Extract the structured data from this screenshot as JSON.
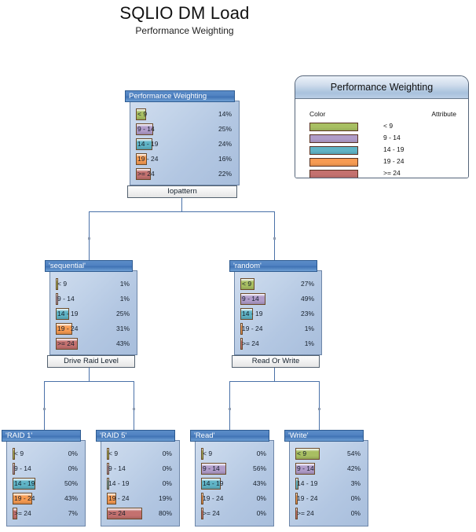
{
  "header": {
    "title": "SQLIO DM Load",
    "subtitle": "Performance Weighting"
  },
  "legend": {
    "title": "Performance Weighting",
    "color_header": "Color",
    "attribute_header": "Attribute",
    "entries": [
      {
        "label": "< 9",
        "color": "#a8bf62"
      },
      {
        "label": "9 - 14",
        "color": "#b09cc9"
      },
      {
        "label": "14 - 19",
        "color": "#5fb4c6"
      },
      {
        "label": "19 - 24",
        "color": "#f79b52"
      },
      {
        "label": ">= 24",
        "color": "#c4716f"
      }
    ]
  },
  "chart_data": {
    "type": "table",
    "title": "SQLIO DM Load",
    "subtitle": "Performance Weighting",
    "categories": [
      "< 9",
      "9 - 14",
      "14 - 19",
      "19 - 24",
      ">= 24"
    ],
    "colors": [
      "#a8bf62",
      "#b09cc9",
      "#5fb4c6",
      "#f79b52",
      "#c4716f"
    ],
    "series": [
      {
        "name": "Performance Weighting",
        "values": [
          14,
          25,
          24,
          16,
          22
        ]
      },
      {
        "name": "'sequential'",
        "values": [
          1,
          1,
          25,
          31,
          43
        ]
      },
      {
        "name": "'random'",
        "values": [
          27,
          49,
          23,
          1,
          1
        ]
      },
      {
        "name": "'RAID 1'",
        "values": [
          0,
          0,
          50,
          43,
          7
        ]
      },
      {
        "name": "'RAID 5'",
        "values": [
          0,
          0,
          0,
          19,
          80
        ]
      },
      {
        "name": "'Read'",
        "values": [
          0,
          56,
          43,
          0,
          0
        ]
      },
      {
        "name": "'Write'",
        "values": [
          54,
          42,
          3,
          0,
          0
        ]
      }
    ],
    "splits": [
      "Iopattern",
      "Drive Raid Level",
      "Read Or Write"
    ],
    "ylabel": "",
    "xlabel": ""
  },
  "tree": {
    "root": {
      "title": "Performance Weighting",
      "rows": [
        {
          "label": "< 9",
          "pct": "14%"
        },
        {
          "label": "9 - 14",
          "pct": "25%"
        },
        {
          "label": "14 - 19",
          "pct": "24%"
        },
        {
          "label": "19 - 24",
          "pct": "16%"
        },
        {
          "label": ">= 24",
          "pct": "22%"
        }
      ],
      "split": "Iopattern"
    },
    "sequential": {
      "title": "'sequential'",
      "rows": [
        {
          "label": "< 9",
          "pct": "1%"
        },
        {
          "label": "9 - 14",
          "pct": "1%"
        },
        {
          "label": "14 - 19",
          "pct": "25%"
        },
        {
          "label": "19 - 24",
          "pct": "31%"
        },
        {
          "label": ">= 24",
          "pct": "43%"
        }
      ],
      "split": "Drive Raid Level"
    },
    "random": {
      "title": "'random'",
      "rows": [
        {
          "label": "< 9",
          "pct": "27%"
        },
        {
          "label": "9 - 14",
          "pct": "49%"
        },
        {
          "label": "14 - 19",
          "pct": "23%"
        },
        {
          "label": "19 - 24",
          "pct": "1%"
        },
        {
          "label": ">= 24",
          "pct": "1%"
        }
      ],
      "split": "Read Or Write"
    },
    "raid1": {
      "title": "'RAID 1'",
      "rows": [
        {
          "label": "< 9",
          "pct": "0%"
        },
        {
          "label": "9 - 14",
          "pct": "0%"
        },
        {
          "label": "14 - 19",
          "pct": "50%"
        },
        {
          "label": "19 - 24",
          "pct": "43%"
        },
        {
          "label": ">= 24",
          "pct": "7%"
        }
      ]
    },
    "raid5": {
      "title": "'RAID 5'",
      "rows": [
        {
          "label": "< 9",
          "pct": "0%"
        },
        {
          "label": "9 - 14",
          "pct": "0%"
        },
        {
          "label": "14 - 19",
          "pct": "0%"
        },
        {
          "label": "19 - 24",
          "pct": "19%"
        },
        {
          "label": ">= 24",
          "pct": "80%"
        }
      ]
    },
    "read": {
      "title": "'Read'",
      "rows": [
        {
          "label": "< 9",
          "pct": "0%"
        },
        {
          "label": "9 - 14",
          "pct": "56%"
        },
        {
          "label": "14 - 19",
          "pct": "43%"
        },
        {
          "label": "19 - 24",
          "pct": "0%"
        },
        {
          "label": ">= 24",
          "pct": "0%"
        }
      ]
    },
    "write": {
      "title": "'Write'",
      "rows": [
        {
          "label": "< 9",
          "pct": "54%"
        },
        {
          "label": "9 - 14",
          "pct": "42%"
        },
        {
          "label": "14 - 19",
          "pct": "3%"
        },
        {
          "label": "19 - 24",
          "pct": "0%"
        },
        {
          "label": ">= 24",
          "pct": "0%"
        }
      ]
    }
  }
}
